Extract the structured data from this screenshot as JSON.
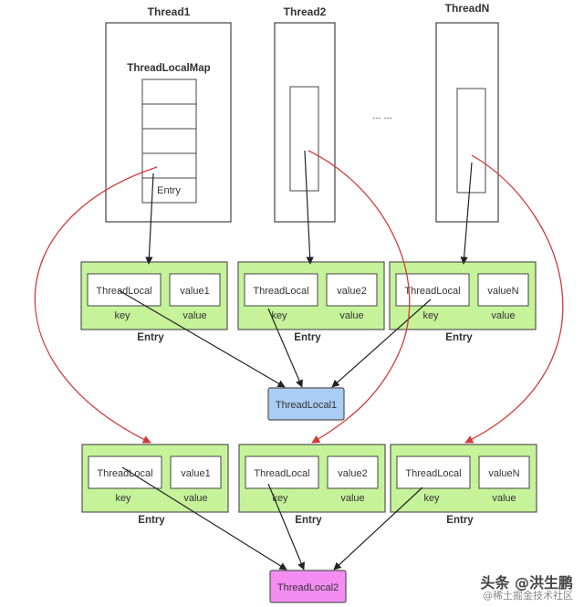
{
  "threads": [
    {
      "title": "Thread1",
      "map_label": "ThreadLocalMap",
      "entry_label": "Entry"
    },
    {
      "title": "Thread2"
    },
    {
      "title": "ThreadN"
    }
  ],
  "ellipsis": "... ...",
  "entry_rows": [
    [
      {
        "threadlocal_label": "ThreadLocal",
        "value_label": "value1",
        "key_caption": "key",
        "value_caption": "value",
        "title": "Entry"
      },
      {
        "threadlocal_label": "ThreadLocal",
        "value_label": "value2",
        "key_caption": "key",
        "value_caption": "value",
        "title": "Entry"
      },
      {
        "threadlocal_label": "ThreadLocal",
        "value_label": "valueN",
        "key_caption": "key",
        "value_caption": "value",
        "title": "Entry"
      }
    ],
    [
      {
        "threadlocal_label": "ThreadLocal",
        "value_label": "value1",
        "key_caption": "key",
        "value_caption": "value",
        "title": "Entry"
      },
      {
        "threadlocal_label": "ThreadLocal",
        "value_label": "value2",
        "key_caption": "key",
        "value_caption": "value",
        "title": "Entry"
      },
      {
        "threadlocal_label": "ThreadLocal",
        "value_label": "valueN",
        "key_caption": "key",
        "value_caption": "value",
        "title": "Entry"
      }
    ]
  ],
  "threadlocal_nodes": [
    {
      "label": "ThreadLocal1"
    },
    {
      "label": "ThreadLocal2"
    }
  ],
  "watermark": {
    "line1": "头条 @洪生鹏",
    "line2": "@稀土掘金技术社区"
  },
  "colors": {
    "entry_fill": "#c6f39a",
    "tl1_fill": "#a9cdf5",
    "tl2_fill": "#f58cf2",
    "red_arrow": "#d23a3a",
    "black_arrow": "#222222"
  }
}
